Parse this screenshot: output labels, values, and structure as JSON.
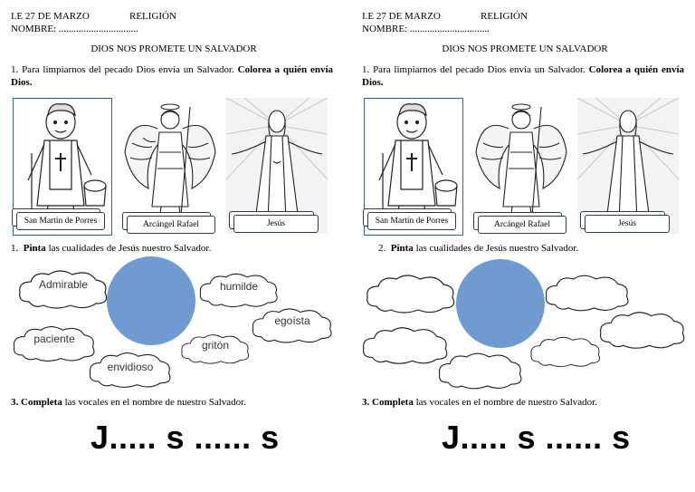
{
  "header": {
    "school": "I.E 27 DE MARZO",
    "subject": "RELIGIÓN",
    "name_line": "NOMBRE: ................................"
  },
  "title": "DIOS NOS PROMETE UN SALVADOR",
  "q1": {
    "number": "1.",
    "text": " Para limpiarnos del pecado Dios envía un Salvador. ",
    "bold": "Colorea a quién envía Dios."
  },
  "cards": [
    "San Martín de Porres",
    "Arcángel Rafael",
    "Jesús"
  ],
  "q2_left": {
    "number": "1.",
    "bold": "Pinta",
    "text": " las cualidades de Jesús nuestro Salvador."
  },
  "q2_right": {
    "number": "2.",
    "bold": "Pinta",
    "text": " las cualidades de Jesús nuestro Salvador."
  },
  "qualities": [
    "Admirable",
    "humilde",
    "egoísta",
    "paciente",
    "gritón",
    "envidioso"
  ],
  "q3": {
    "bold": "3. Completa",
    "text": " las vocales en el nombre de nuestro Salvador."
  },
  "name_puzzle": "J..... s ...... s",
  "colors": {
    "circle": "#6f9bd1",
    "card_border": "#2e6b7a"
  }
}
